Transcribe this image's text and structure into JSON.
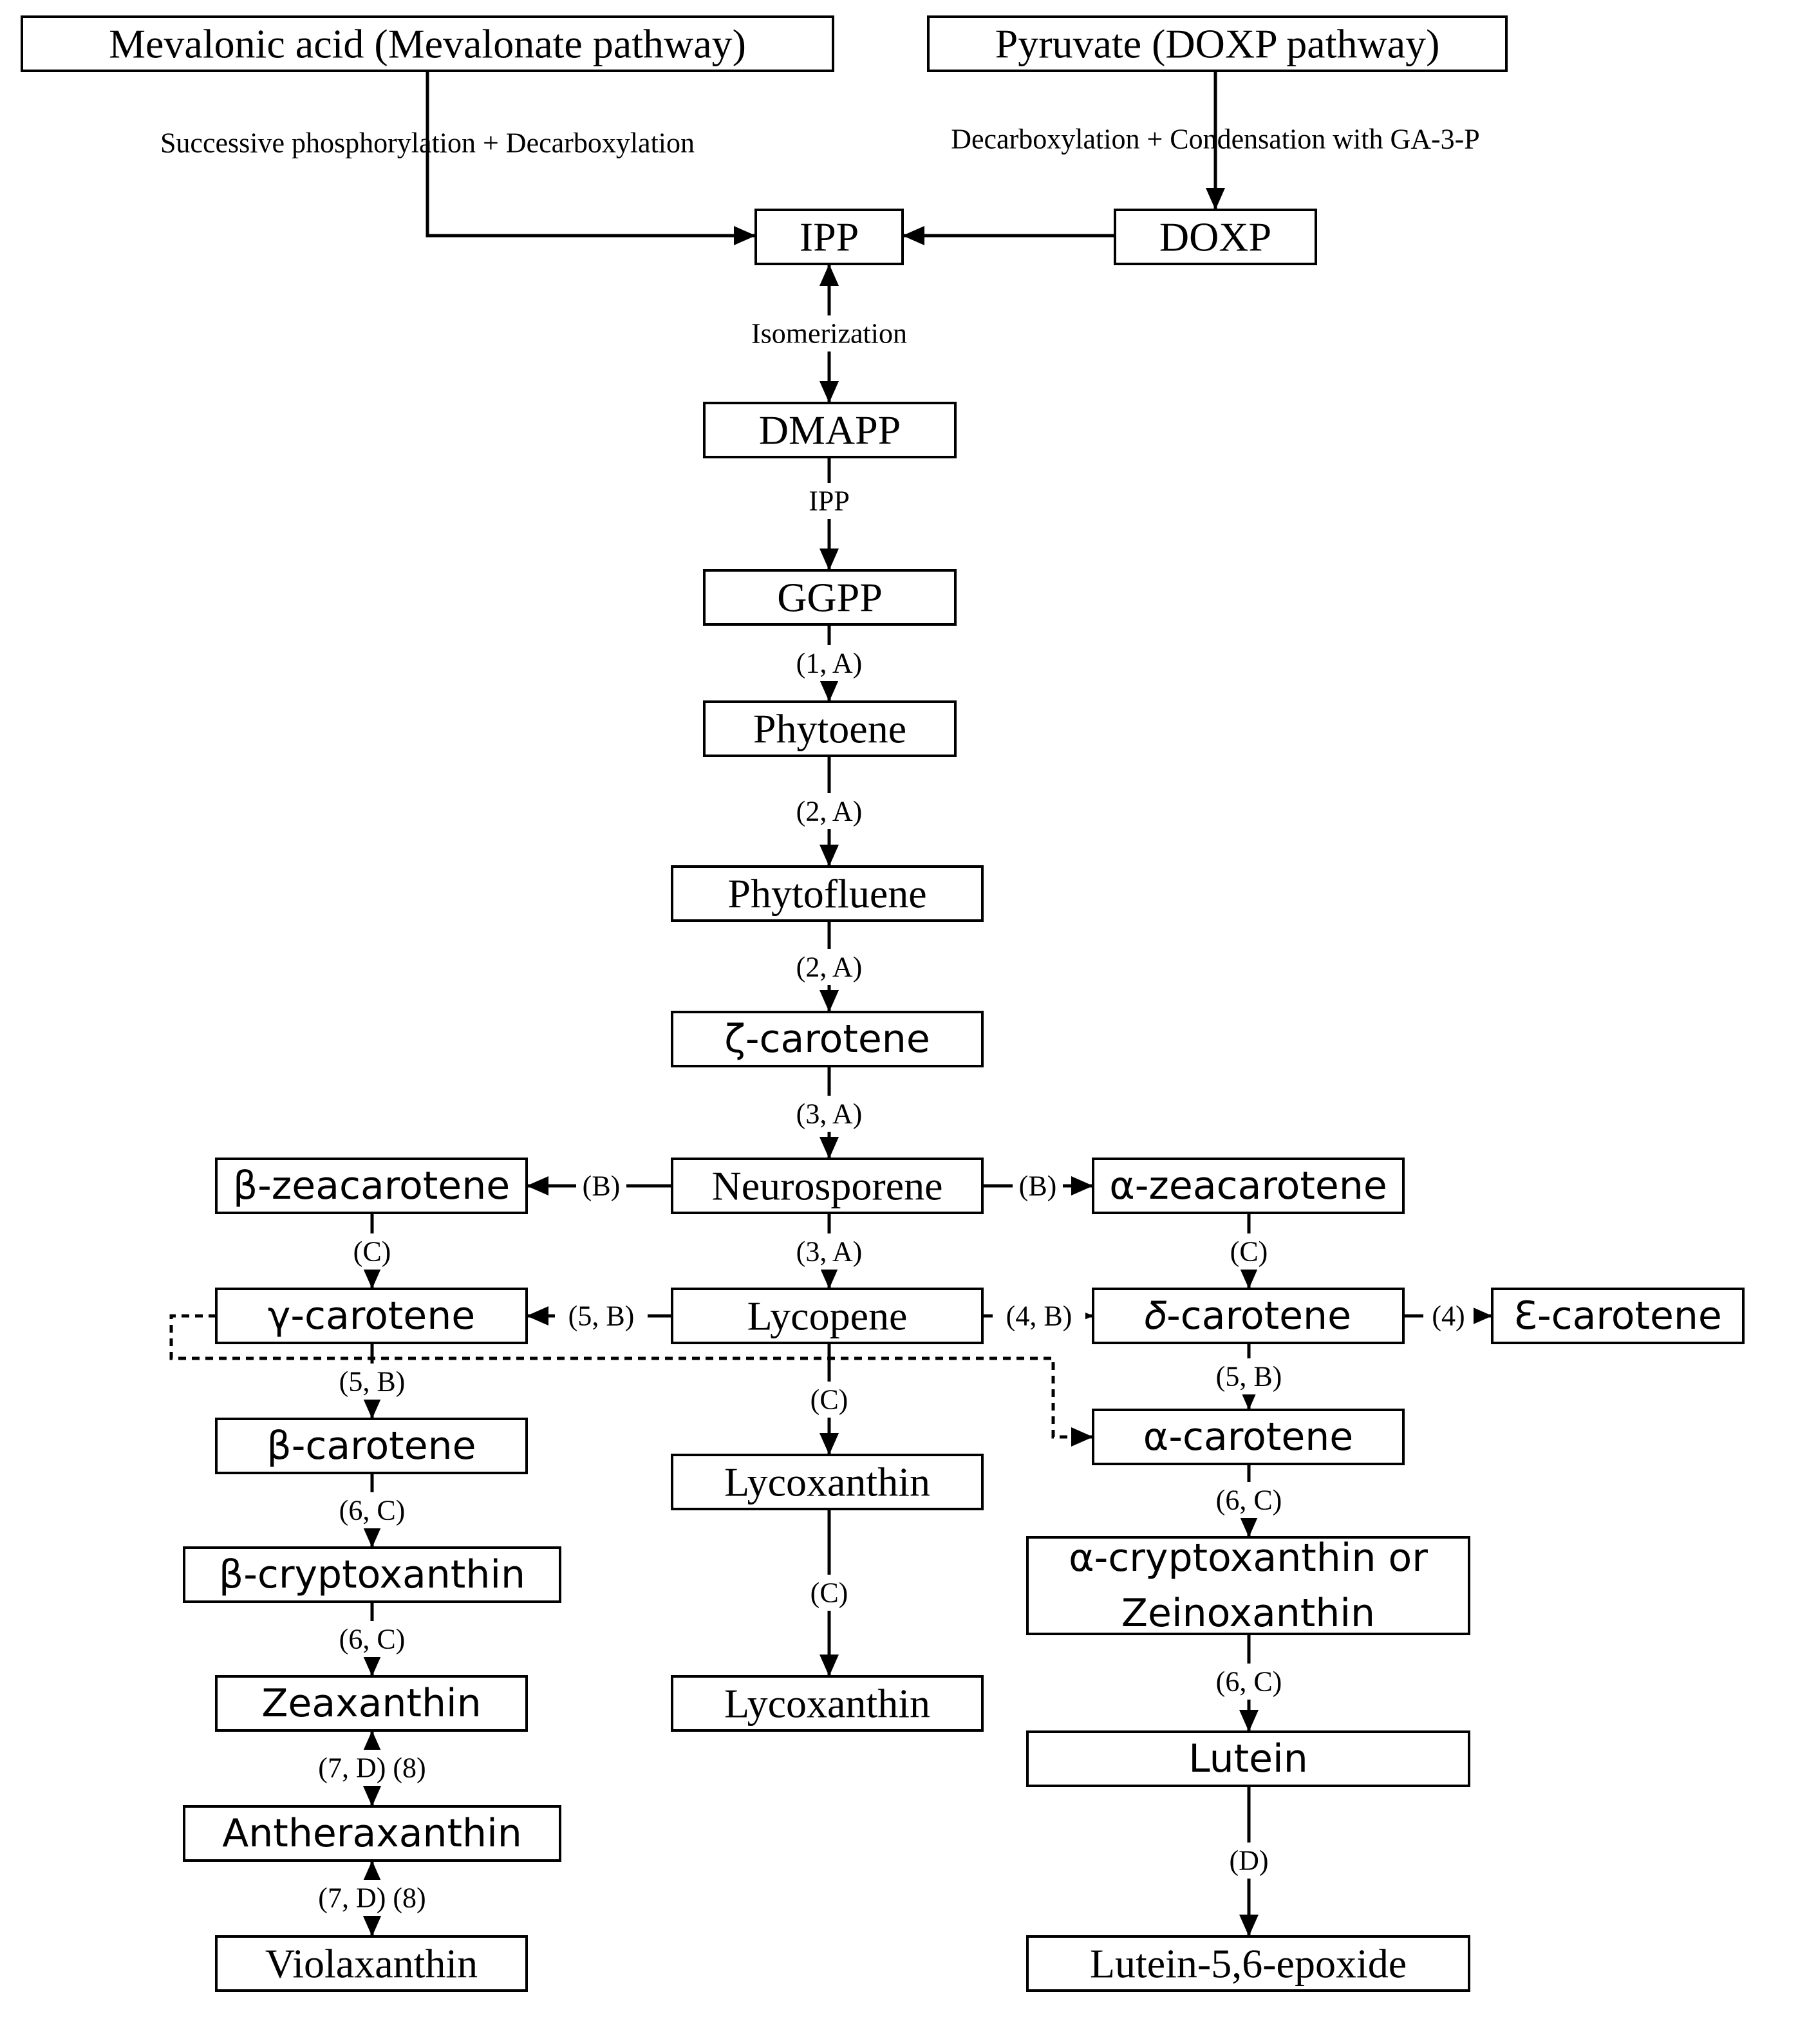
{
  "nodes": [
    {
      "id": "mevalonic",
      "label": "Mevalonic acid (Mevalonate pathway)",
      "font": "serif"
    },
    {
      "id": "pyruvate",
      "label": "Pyruvate (DOXP pathway)",
      "font": "serif"
    },
    {
      "id": "ipp",
      "label": "IPP",
      "font": "serif"
    },
    {
      "id": "doxp",
      "label": "DOXP",
      "font": "serif"
    },
    {
      "id": "dmapp",
      "label": "DMAPP",
      "font": "serif"
    },
    {
      "id": "ggpp",
      "label": "GGPP",
      "font": "serif"
    },
    {
      "id": "phytoene",
      "label": "Phytoene",
      "font": "serif"
    },
    {
      "id": "phytofluene",
      "label": "Phytofluene",
      "font": "serif"
    },
    {
      "id": "zeta-carotene",
      "label": "ζ-carotene",
      "font": "sans"
    },
    {
      "id": "neurosporene",
      "label": "Neurosporene",
      "font": "serif"
    },
    {
      "id": "beta-zeacarotene",
      "label": "β-zeacarotene",
      "font": "sans"
    },
    {
      "id": "alpha-zeacarotene",
      "label": "α-zeacarotene",
      "font": "sans"
    },
    {
      "id": "lycopene",
      "label": "Lycopene",
      "font": "serif"
    },
    {
      "id": "gamma-carotene",
      "label": "γ-carotene",
      "font": "sans"
    },
    {
      "id": "delta-carotene",
      "label": "𝛿-carotene",
      "font": "sans"
    },
    {
      "id": "epsilon-carotene",
      "label": "Ɛ-carotene",
      "font": "sans"
    },
    {
      "id": "beta-carotene",
      "label": "β-carotene",
      "font": "sans"
    },
    {
      "id": "alpha-carotene",
      "label": "α-carotene",
      "font": "sans"
    },
    {
      "id": "lycoxanthin-1",
      "label": "Lycoxanthin",
      "font": "serif"
    },
    {
      "id": "beta-cryptoxanthin",
      "label": "β-cryptoxanthin",
      "font": "sans"
    },
    {
      "id": "alpha-cryptoxanthin",
      "label": "α-cryptoxanthin or\nZeinoxanthin",
      "font": "sans"
    },
    {
      "id": "zeaxanthin",
      "label": "Zeaxanthin",
      "font": "sans"
    },
    {
      "id": "lycoxanthin-2",
      "label": "Lycoxanthin",
      "font": "serif"
    },
    {
      "id": "lutein",
      "label": "Lutein",
      "font": "sans"
    },
    {
      "id": "antheraxanthin",
      "label": "Antheraxanthin",
      "font": "sans"
    },
    {
      "id": "violaxanthin",
      "label": "Violaxanthin",
      "font": "serif"
    },
    {
      "id": "lutein-epoxide",
      "label": "Lutein-5,6-epoxide",
      "font": "serif"
    }
  ],
  "edges": [
    {
      "from": "mevalonic",
      "to": "ipp",
      "label": "Successive phosphorylation + Decarboxylation",
      "style": "solid"
    },
    {
      "from": "pyruvate",
      "to": "doxp",
      "label": "Decarboxylation + Condensation with GA-3-P",
      "style": "solid"
    },
    {
      "from": "doxp",
      "to": "ipp",
      "label": "",
      "style": "solid"
    },
    {
      "from": "ipp",
      "to": "dmapp",
      "label": "Isomerization",
      "style": "solid",
      "bidirectional": true
    },
    {
      "from": "dmapp",
      "to": "ggpp",
      "label": "IPP",
      "style": "solid"
    },
    {
      "from": "ggpp",
      "to": "phytoene",
      "label": "(1, A)",
      "style": "solid"
    },
    {
      "from": "phytoene",
      "to": "phytofluene",
      "label": "(2, A)",
      "style": "solid"
    },
    {
      "from": "phytofluene",
      "to": "zeta-carotene",
      "label": "(2, A)",
      "style": "solid"
    },
    {
      "from": "zeta-carotene",
      "to": "neurosporene",
      "label": "(3, A)",
      "style": "solid"
    },
    {
      "from": "neurosporene",
      "to": "beta-zeacarotene",
      "label": "(B)",
      "style": "solid"
    },
    {
      "from": "neurosporene",
      "to": "alpha-zeacarotene",
      "label": "(B)",
      "style": "solid"
    },
    {
      "from": "neurosporene",
      "to": "lycopene",
      "label": "(3, A)",
      "style": "solid"
    },
    {
      "from": "beta-zeacarotene",
      "to": "gamma-carotene",
      "label": "(C)",
      "style": "solid"
    },
    {
      "from": "alpha-zeacarotene",
      "to": "delta-carotene",
      "label": "(C)",
      "style": "solid"
    },
    {
      "from": "lycopene",
      "to": "gamma-carotene",
      "label": "(5, B)",
      "style": "solid"
    },
    {
      "from": "lycopene",
      "to": "delta-carotene",
      "label": "(4, B)",
      "style": "solid"
    },
    {
      "from": "delta-carotene",
      "to": "epsilon-carotene",
      "label": "(4)",
      "style": "solid"
    },
    {
      "from": "gamma-carotene",
      "to": "alpha-carotene",
      "label": "",
      "style": "dashed"
    },
    {
      "from": "gamma-carotene",
      "to": "beta-carotene",
      "label": "(5, B)",
      "style": "solid"
    },
    {
      "from": "lycopene",
      "to": "lycoxanthin-1",
      "label": "(C)",
      "style": "solid"
    },
    {
      "from": "delta-carotene",
      "to": "alpha-carotene",
      "label": "(5, B)",
      "style": "solid"
    },
    {
      "from": "beta-carotene",
      "to": "beta-cryptoxanthin",
      "label": "(6, C)",
      "style": "solid"
    },
    {
      "from": "lycoxanthin-1",
      "to": "lycoxanthin-2",
      "label": "(C)",
      "style": "solid"
    },
    {
      "from": "alpha-carotene",
      "to": "alpha-cryptoxanthin",
      "label": "(6, C)",
      "style": "solid"
    },
    {
      "from": "beta-cryptoxanthin",
      "to": "zeaxanthin",
      "label": "(6, C)",
      "style": "solid"
    },
    {
      "from": "alpha-cryptoxanthin",
      "to": "lutein",
      "label": "(6, C)",
      "style": "solid"
    },
    {
      "from": "zeaxanthin",
      "to": "antheraxanthin",
      "label": "(7, D) (8)",
      "style": "solid",
      "bidirectional": true
    },
    {
      "from": "lutein",
      "to": "lutein-epoxide",
      "label": "(D)",
      "style": "solid"
    },
    {
      "from": "antheraxanthin",
      "to": "violaxanthin",
      "label": "(7, D) (8)",
      "style": "solid",
      "bidirectional": true
    }
  ]
}
